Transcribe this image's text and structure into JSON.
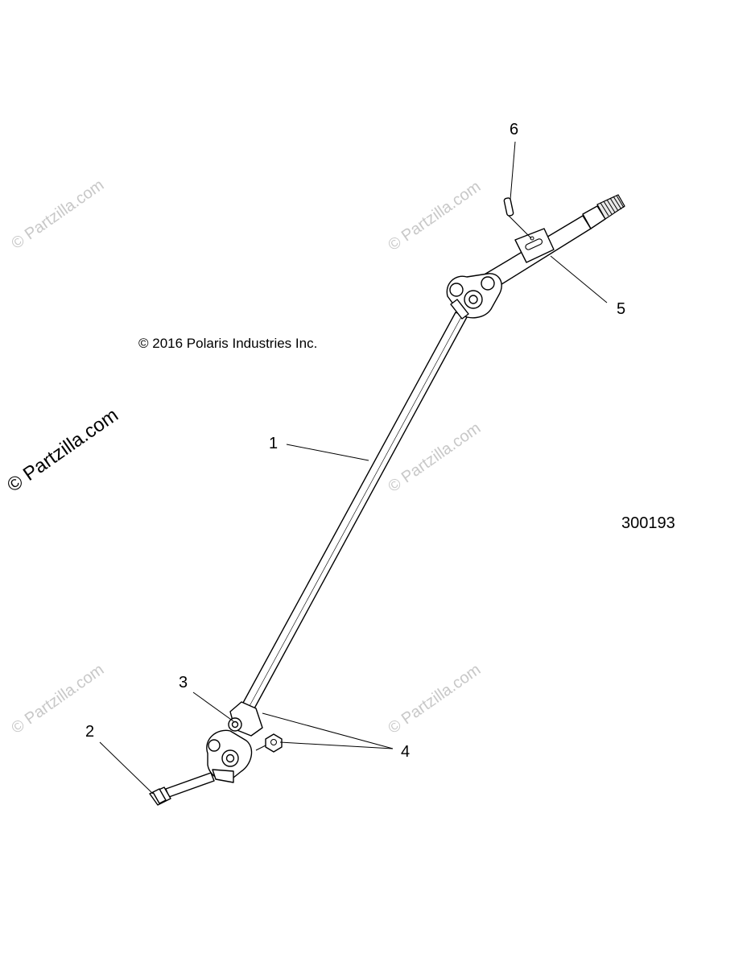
{
  "diagram": {
    "copyright": "© 2016 Polaris Industries Inc.",
    "figure_number": "300193",
    "callouts": [
      "1",
      "2",
      "3",
      "4",
      "5",
      "6"
    ],
    "watermark": "© Partzilla.com"
  }
}
